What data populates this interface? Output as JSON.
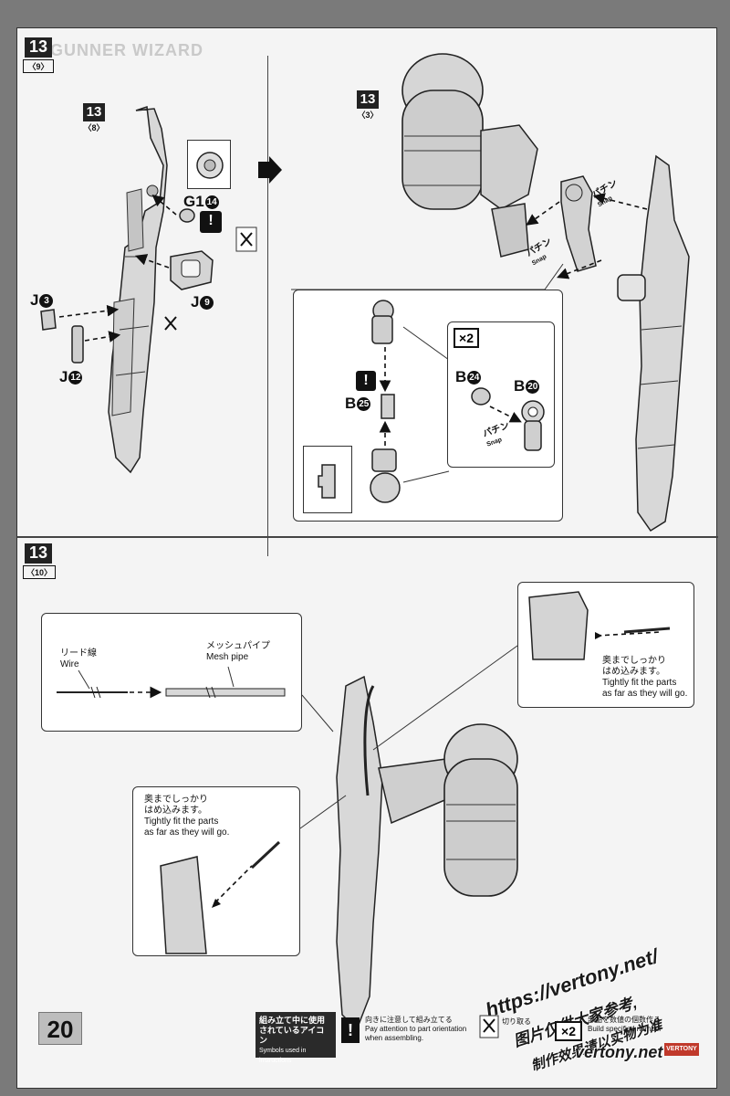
{
  "step": {
    "number": "13",
    "panels": [
      {
        "sub": "〈9〉"
      },
      {
        "sub": "〈10〉"
      }
    ],
    "ghost_title": "GUNNER WIZARD",
    "inner_ref_left": {
      "number": "13",
      "sub": "〈8〉"
    },
    "inner_ref_right": {
      "number": "13",
      "sub": "〈3〉"
    }
  },
  "parts": {
    "g1": {
      "letter": "G1",
      "num": "14"
    },
    "j9": {
      "letter": "J",
      "num": "9"
    },
    "j3": {
      "letter": "J",
      "num": "3"
    },
    "j12": {
      "letter": "J",
      "num": "12"
    },
    "b24": {
      "letter": "B",
      "num": "24"
    },
    "b25": {
      "letter": "B",
      "num": "25"
    },
    "b20": {
      "letter": "B",
      "num": "20"
    }
  },
  "symbols": {
    "warning": "!",
    "times_two": "×2"
  },
  "snap": {
    "jp": "パチン",
    "en": "Snap"
  },
  "wire_detail": {
    "wire_jp": "リード線",
    "wire_en": "Wire",
    "mesh_jp": "メッシュパイプ",
    "mesh_en": "Mesh pipe"
  },
  "tight_fit": {
    "jp_line1": "奥までしっかり",
    "jp_line2": "はめ込みます。",
    "en_line1": "Tightly fit the parts",
    "en_line2": "as far as they will go."
  },
  "footer": {
    "page_number": "20",
    "legend_title_jp_1": "組み立て中に使用",
    "legend_title_jp_2": "されているアイコン",
    "legend_title_en": "Symbols used in instructions",
    "orient_jp": "向きに注意して組み立てる",
    "orient_en_1": "Pay attention to part orientation",
    "orient_en_2": "when assembling.",
    "cut_jp": "切り取る",
    "count_jp": "部品を数値の個数作る",
    "count_en": "Build specified number"
  },
  "watermark": {
    "url": "https://vertony.net/",
    "cn_line1": "图片仅供大家参考,",
    "cn_line2": "制作效果请以实物为准",
    "brand": "vertony.net",
    "logo": "VERTONY"
  }
}
